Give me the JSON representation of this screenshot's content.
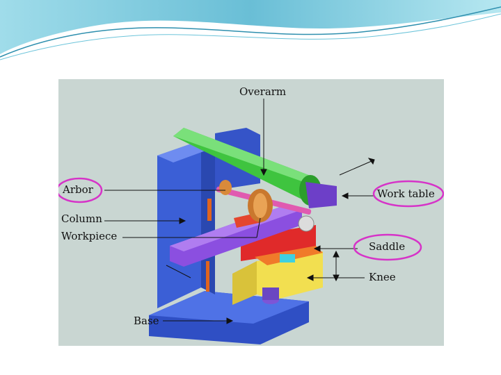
{
  "diagram": {
    "labels": {
      "overarm": "Overarm",
      "arbor": "Arbor",
      "column": "Column",
      "workpiece": "Workpiece",
      "work_table": "Work table",
      "saddle": "Saddle",
      "knee": "Knee",
      "base": "Base"
    },
    "highlighted_labels": [
      "Arbor",
      "Work table",
      "Saddle"
    ],
    "colors": {
      "panel_background": "#c9d6d2",
      "column": "#3b5fd6",
      "overarm": "#3fc43f",
      "work_table": "#8b4fe0",
      "saddle": "#e02a2a",
      "knee": "#f2df50",
      "highlight_circle": "#d633c8"
    }
  }
}
